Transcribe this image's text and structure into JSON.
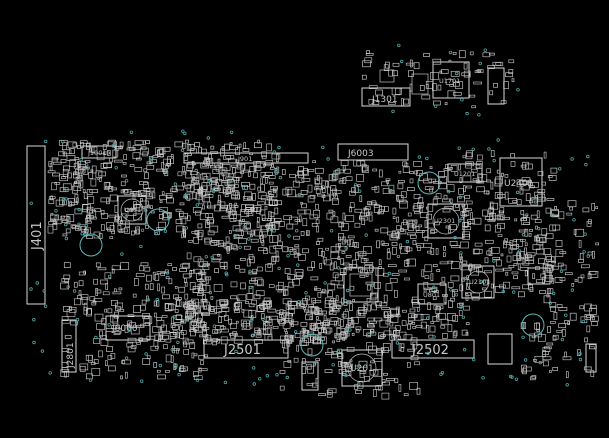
{
  "board": {
    "background": "#000000",
    "silkscreen_color": "#d8d8d8",
    "via_color": "#4fa3a3"
  },
  "labels": {
    "j1301": "J1301",
    "u1701": "U1701",
    "j1001": "J1001",
    "j901": "J901",
    "j6003": "J6003",
    "u2401": "U2401",
    "j401": "J401",
    "u401": "U401",
    "u2301": "U2301",
    "u2101": "U2101",
    "u801": "U801",
    "j6000": "J6000",
    "j2501": "J2501",
    "j2502": "J2502",
    "u201": "U201",
    "j2801": "J2801",
    "u1201": "U1201"
  }
}
